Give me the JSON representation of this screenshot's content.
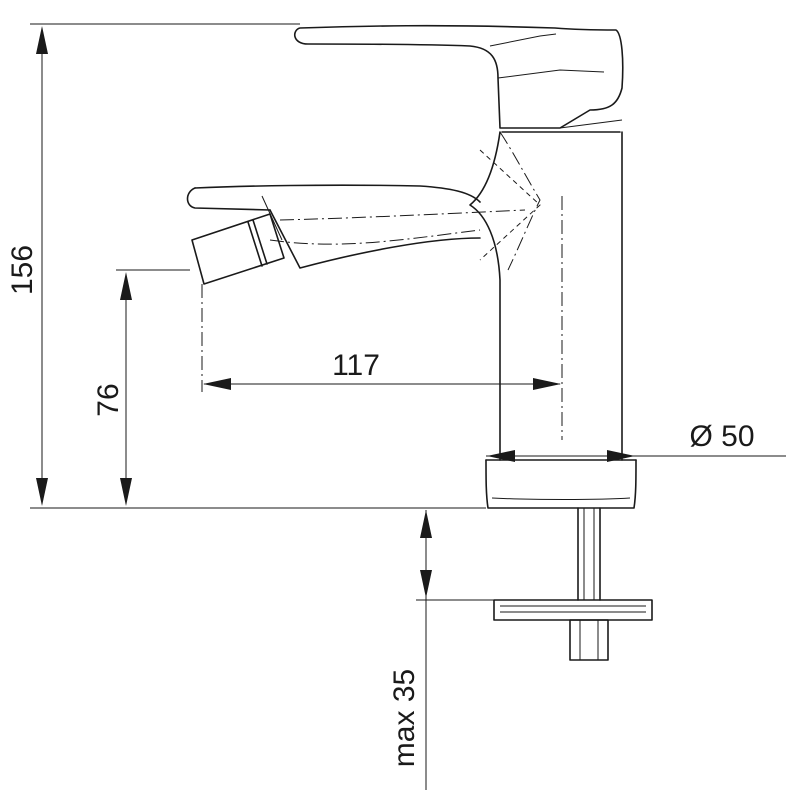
{
  "dimensions": {
    "total_height": "156",
    "spout_height": "76",
    "projection": "117",
    "base_diameter": "Ø 50",
    "max_deck_thickness": "max 35"
  }
}
